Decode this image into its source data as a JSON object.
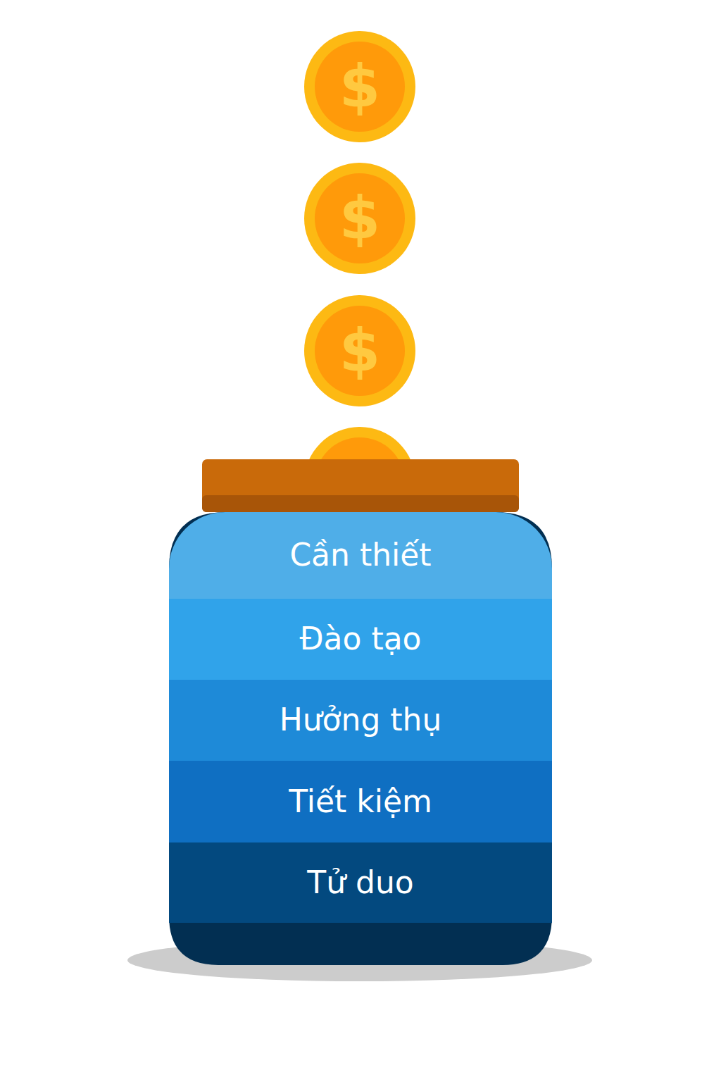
{
  "diagram": {
    "nodes": [
      {
        "text": [
          "Cần thiết"
        ]
      },
      {
        "text": [
          "Đào tạo"
        ]
      },
      {
        "text": [
          "Hưởng thụ"
        ]
      },
      {
        "text": [
          "Tiết kiệm"
        ]
      },
      {
        "text": [
          "Tử duo"
        ]
      }
    ],
    "labels": [
      "$",
      "$",
      "$"
    ]
  }
}
